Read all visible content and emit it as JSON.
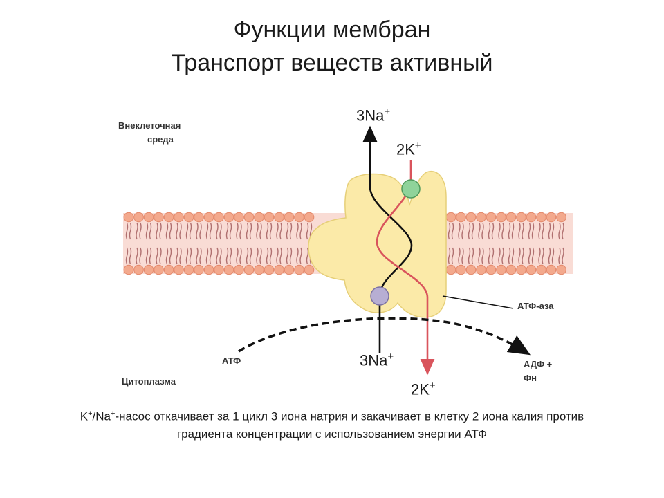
{
  "title": "Функции мембран",
  "subtitle": "Транспорт веществ активный",
  "labels": {
    "outside_line1": "Внеклеточная",
    "outside_line2": "среда",
    "cytoplasm": "Цитоплазма",
    "atpase": "АТФ-аза",
    "atp": "АТФ",
    "adp_line1": "АДФ +",
    "adp_line2": "Фн",
    "na_out": "3Na+",
    "k_out": "2K+",
    "na_in": "3Na+",
    "k_in": "2K+"
  },
  "caption": {
    "line1": "K+/Na+-насос откачивает за 1 цикл 3 иона натрия и закачивает в клетку 2 иона калия против",
    "line2": "градиента концентрации с использованием энергии АТФ"
  },
  "colors": {
    "membrane_head": "#f3a98d",
    "membrane_bg": "#f9dcd5",
    "protein": "#fbeaa8",
    "sodium_path": "#111111",
    "potassium_path": "#d9545c",
    "k_binding_site": "#8fd39a",
    "na_binding_site": "#b7aed3"
  }
}
